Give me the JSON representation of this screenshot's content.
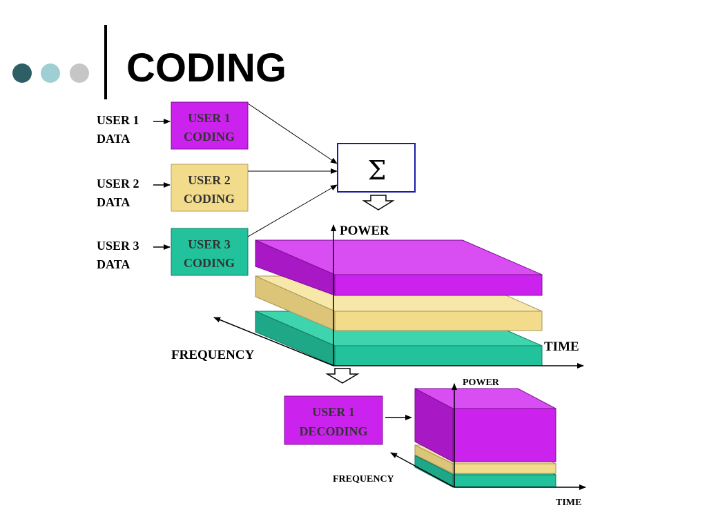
{
  "slide": {
    "title": "CODING",
    "bullet_colors": [
      "#2f5f66",
      "#9fcfd2",
      "#c6c6c6"
    ]
  },
  "colors": {
    "purple": "#cc22ee",
    "yellow": "#f2dc8c",
    "teal": "#22c29c",
    "sum_border": "#1a1aa8"
  },
  "users": [
    {
      "input_line1": "USER 1",
      "input_line2": "DATA",
      "box_line1": "USER 1",
      "box_line2": "CODING"
    },
    {
      "input_line1": "USER 2",
      "input_line2": "DATA",
      "box_line1": "USER 2",
      "box_line2": "CODING"
    },
    {
      "input_line1": "USER 3",
      "input_line2": "DATA",
      "box_line1": "USER 3",
      "box_line2": "CODING"
    }
  ],
  "summer": {
    "symbol": "Σ"
  },
  "main_plot": {
    "power_label": "POWER",
    "time_label": "TIME",
    "frequency_label": "FREQUENCY"
  },
  "decoder": {
    "box_line1": "USER 1",
    "box_line2": "DECODING"
  },
  "small_plot": {
    "power_label": "POWER",
    "time_label": "TIME",
    "frequency_label": "FREQUENCY"
  }
}
